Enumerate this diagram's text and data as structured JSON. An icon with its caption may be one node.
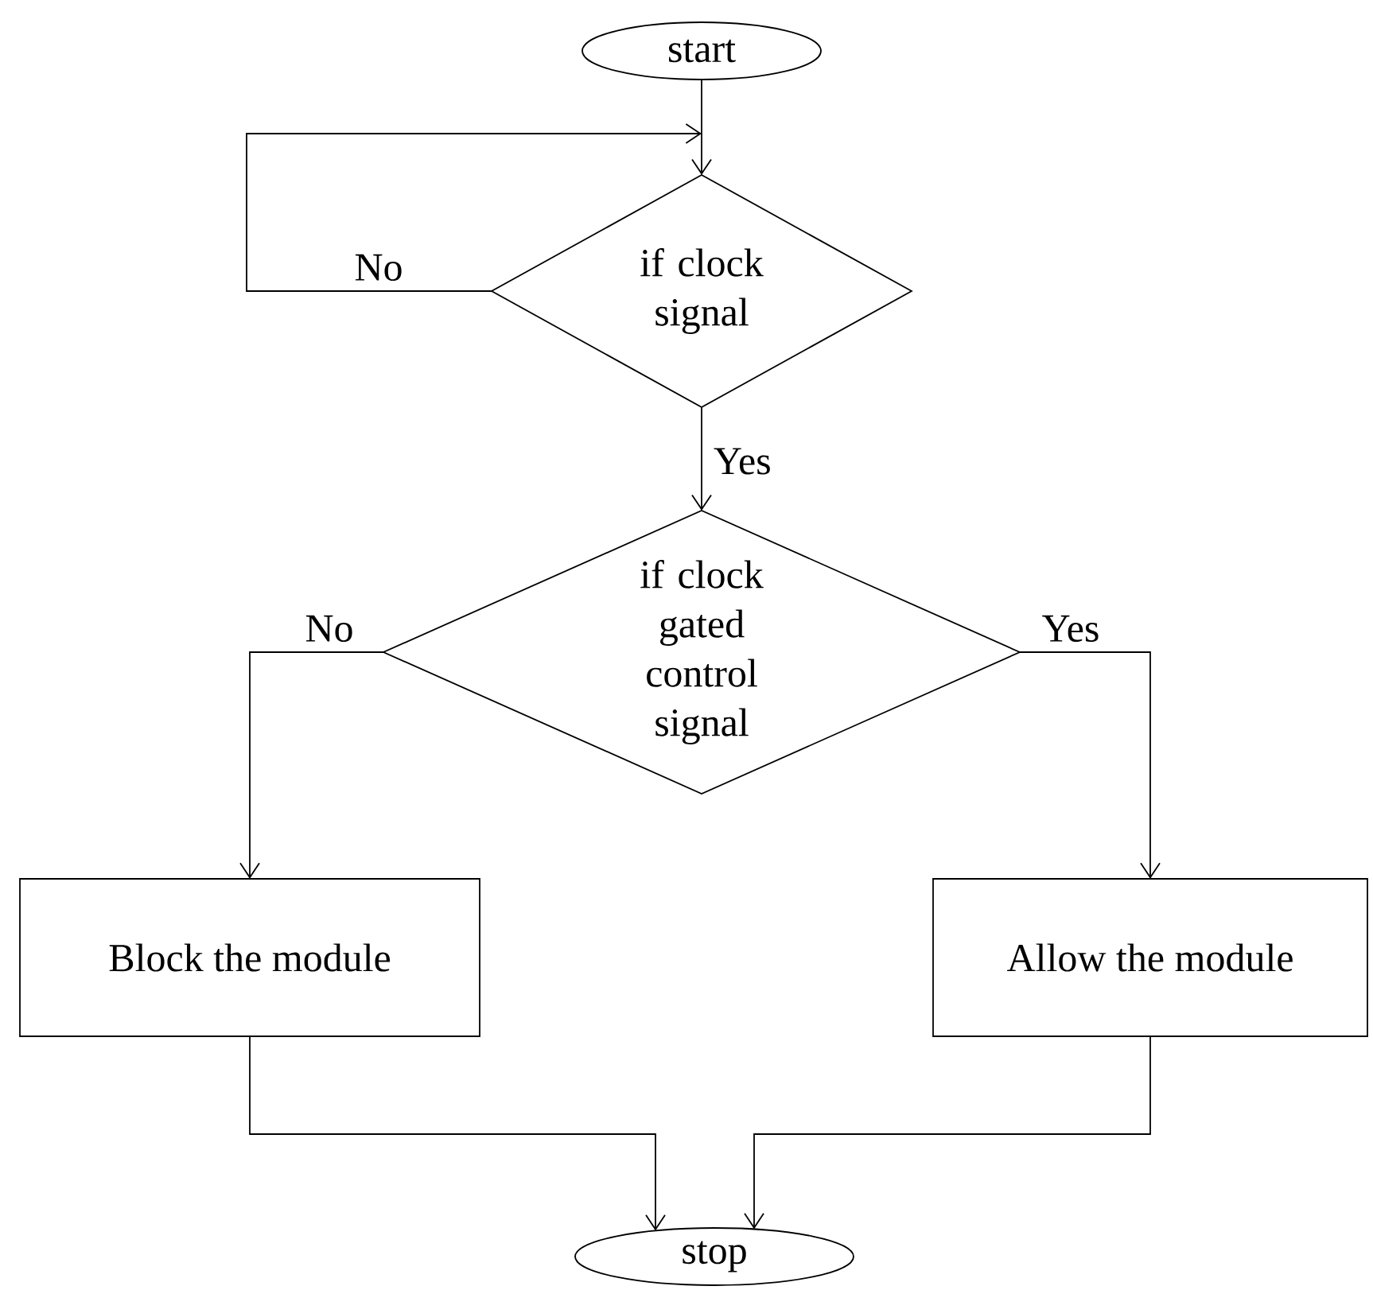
{
  "diagram": {
    "nodes": [
      {
        "text": [
          "start"
        ]
      },
      {
        "text": [
          "if clock signal"
        ]
      },
      {
        "text": [
          "if clock gated control signal"
        ]
      },
      {
        "text": [
          "Block the module"
        ]
      },
      {
        "text": [
          "Allow the module"
        ]
      },
      {
        "text": [
          "stop"
        ]
      }
    ],
    "edges": [
      {
        "from": 0,
        "to": 1,
        "arrow": "to"
      },
      {
        "from": 1,
        "to": 1,
        "arrow": "to",
        "label": "No"
      },
      {
        "from": 1,
        "to": 2,
        "arrow": "to",
        "label": "Yes"
      },
      {
        "from": 2,
        "to": 3,
        "arrow": "to",
        "label": "No"
      },
      {
        "from": 2,
        "to": 4,
        "arrow": "to",
        "label": "Yes"
      },
      {
        "from": 3,
        "to": 5,
        "arrow": "to"
      },
      {
        "from": 4,
        "to": 5,
        "arrow": "to"
      }
    ]
  }
}
